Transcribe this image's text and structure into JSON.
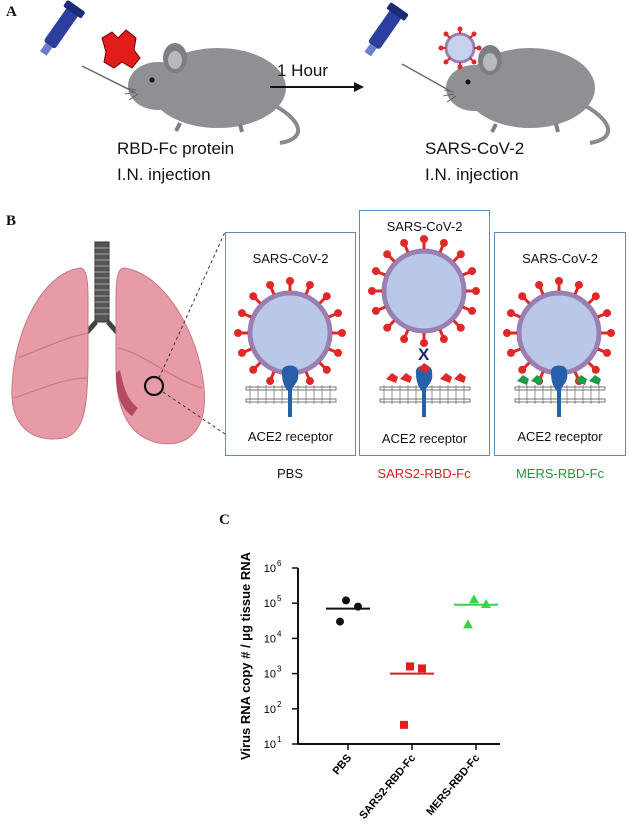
{
  "panelA": {
    "letter": "A",
    "left_label_line1": "RBD-Fc protein",
    "left_label_line2": "I.N. injection",
    "arrow_label": "1 Hour",
    "right_label_line1": "SARS-CoV-2",
    "right_label_line2": "I.N. injection"
  },
  "panelB": {
    "letter": "B",
    "boxes": [
      {
        "title": "SARS-CoV-2",
        "receptor": "ACE2 receptor",
        "condition": "PBS",
        "condition_color": "#111111"
      },
      {
        "title": "SARS-CoV-2",
        "receptor": "ACE2 receptor",
        "condition": "SARS2-RBD-Fc",
        "condition_color": "#d62020",
        "block_mark": "X"
      },
      {
        "title": "SARS-CoV-2",
        "receptor": "ACE2 receptor",
        "condition": "MERS-RBD-Fc",
        "condition_color": "#1a9b3a"
      }
    ]
  },
  "panelC": {
    "letter": "C",
    "chart_data": {
      "type": "scatter",
      "ylabel": "Virus RNA copy # / μg tissue RNA",
      "yscale": "log",
      "ylim": [
        10,
        1000000
      ],
      "yticks": [
        "10",
        "10",
        "10",
        "10",
        "10",
        "10"
      ],
      "ytick_exponents": [
        "1",
        "2",
        "3",
        "4",
        "5",
        "6"
      ],
      "categories": [
        "PBS",
        "SARS2-RBD-Fc",
        "MERS-RBD-Fc"
      ],
      "series": [
        {
          "category": "PBS",
          "marker": "circle",
          "color": "#111111",
          "values": [
            120000,
            80000,
            30000
          ],
          "mean": 70000
        },
        {
          "category": "SARS2-RBD-Fc",
          "marker": "square",
          "color": "#e01e1e",
          "values": [
            1600,
            1400,
            35
          ],
          "mean": 1000
        },
        {
          "category": "MERS-RBD-Fc",
          "marker": "triangle",
          "color": "#39d34a",
          "values": [
            130000,
            95000,
            25000
          ],
          "mean": 90000
        }
      ]
    }
  }
}
